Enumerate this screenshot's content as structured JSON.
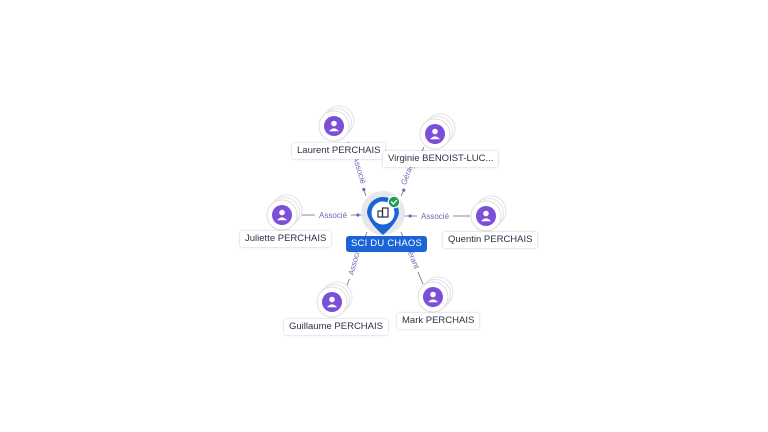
{
  "company": {
    "name": "SCI DU CHAOS",
    "icon": "building-icon",
    "status_icon": "check-badge-icon",
    "color": "#1a64d8",
    "status_color": "#1f9d55"
  },
  "people": [
    {
      "name": "Laurent PERCHAIS",
      "role": "Associé"
    },
    {
      "name": "Virginie BENOIST-LUC...",
      "role": "Gérant"
    },
    {
      "name": "Juliette PERCHAIS",
      "role": "Associé"
    },
    {
      "name": "Quentin PERCHAIS",
      "role": "Associé"
    },
    {
      "name": "Guillaume PERCHAIS",
      "role": "Associé"
    },
    {
      "name": "Mark PERCHAIS",
      "role": "Gérant"
    }
  ],
  "colors": {
    "person_icon": "#7b4fd8",
    "edge_label": "#6b6bb5"
  }
}
